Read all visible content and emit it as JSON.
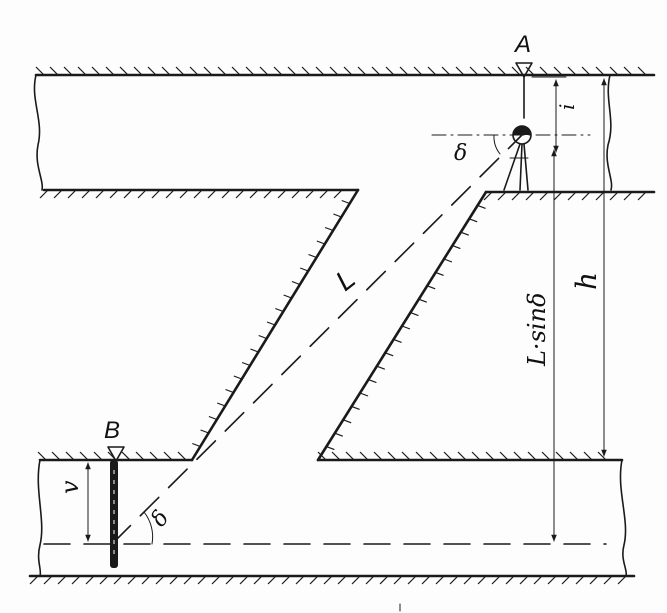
{
  "labels": {
    "point_a": "A",
    "point_b": "B",
    "slant_length": "L",
    "vertical_projection": "L·sinδ",
    "height": "h",
    "instrument_height": "i",
    "rod_reading": "v",
    "angle_at_a": "δ",
    "angle_at_b": "δ"
  },
  "colors": {
    "ink": "#1a1a1a",
    "paper": "#fdfdfd"
  },
  "icons": {
    "instrument": "theodolite-on-tripod-icon",
    "rod": "levelling-rod-icon",
    "station_marker": "triangle-marker-icon"
  }
}
